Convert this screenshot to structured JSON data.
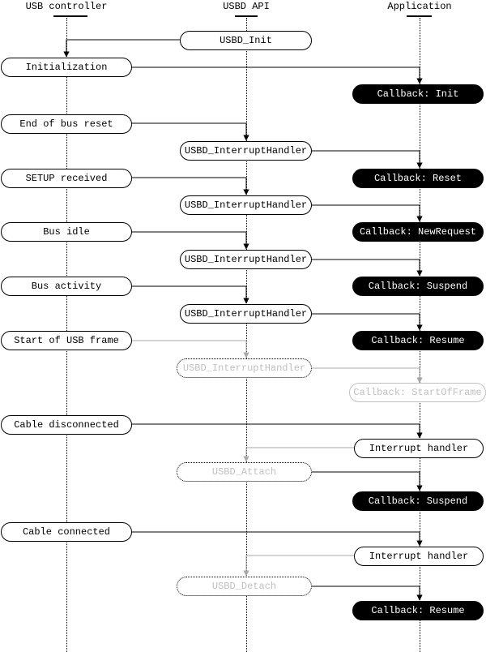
{
  "diagram": {
    "type": "sequence-diagram",
    "columns": [
      {
        "id": "usb-controller",
        "label": "USB controller"
      },
      {
        "id": "usbd-api",
        "label": "USBD API"
      },
      {
        "id": "application",
        "label": "Application"
      }
    ],
    "colors": {
      "line_black": "#000000",
      "line_gray": "#a8a8a8",
      "disabled_text": "#c0c0c0",
      "callback_bg": "#000000",
      "callback_text": "#ffffff",
      "background": "#ffffff"
    },
    "nodes": [
      {
        "label": "USBD_Init",
        "column": "usbd-api",
        "style": "plain"
      },
      {
        "label": "Initialization",
        "column": "usb-controller",
        "style": "plain"
      },
      {
        "label": "Callback: Init",
        "column": "application",
        "style": "callback"
      },
      {
        "label": "End of bus reset",
        "column": "usb-controller",
        "style": "plain"
      },
      {
        "label": "USBD_InterruptHandler",
        "column": "usbd-api",
        "style": "plain"
      },
      {
        "label": "Callback: Reset",
        "column": "application",
        "style": "callback"
      },
      {
        "label": "SETUP received",
        "column": "usb-controller",
        "style": "plain"
      },
      {
        "label": "USBD_InterruptHandler",
        "column": "usbd-api",
        "style": "plain"
      },
      {
        "label": "Callback: NewRequest",
        "column": "application",
        "style": "callback"
      },
      {
        "label": "Bus idle",
        "column": "usb-controller",
        "style": "plain"
      },
      {
        "label": "USBD_InterruptHandler",
        "column": "usbd-api",
        "style": "plain"
      },
      {
        "label": "Callback: Suspend",
        "column": "application",
        "style": "callback"
      },
      {
        "label": "Bus activity",
        "column": "usb-controller",
        "style": "plain"
      },
      {
        "label": "USBD_InterruptHandler",
        "column": "usbd-api",
        "style": "plain"
      },
      {
        "label": "Callback: Resume",
        "column": "application",
        "style": "callback"
      },
      {
        "label": "Start of USB frame",
        "column": "usb-controller",
        "style": "plain"
      },
      {
        "label": "USBD_InterruptHandler",
        "column": "usbd-api",
        "style": "disabled-dotted"
      },
      {
        "label": "Callback: StartOfFrame",
        "column": "application",
        "style": "disabled-outline"
      },
      {
        "label": "Cable disconnected",
        "column": "usb-controller",
        "style": "plain"
      },
      {
        "label": "Interrupt handler",
        "column": "application",
        "style": "plain"
      },
      {
        "label": "USBD_Attach",
        "column": "usbd-api",
        "style": "disabled-dotted"
      },
      {
        "label": "Callback: Suspend",
        "column": "application",
        "style": "callback"
      },
      {
        "label": "Cable connected",
        "column": "usb-controller",
        "style": "plain"
      },
      {
        "label": "Interrupt handler",
        "column": "application",
        "style": "plain"
      },
      {
        "label": "USBD_Detach",
        "column": "usbd-api",
        "style": "disabled-dotted"
      },
      {
        "label": "Callback: Resume",
        "column": "application",
        "style": "callback"
      }
    ]
  }
}
